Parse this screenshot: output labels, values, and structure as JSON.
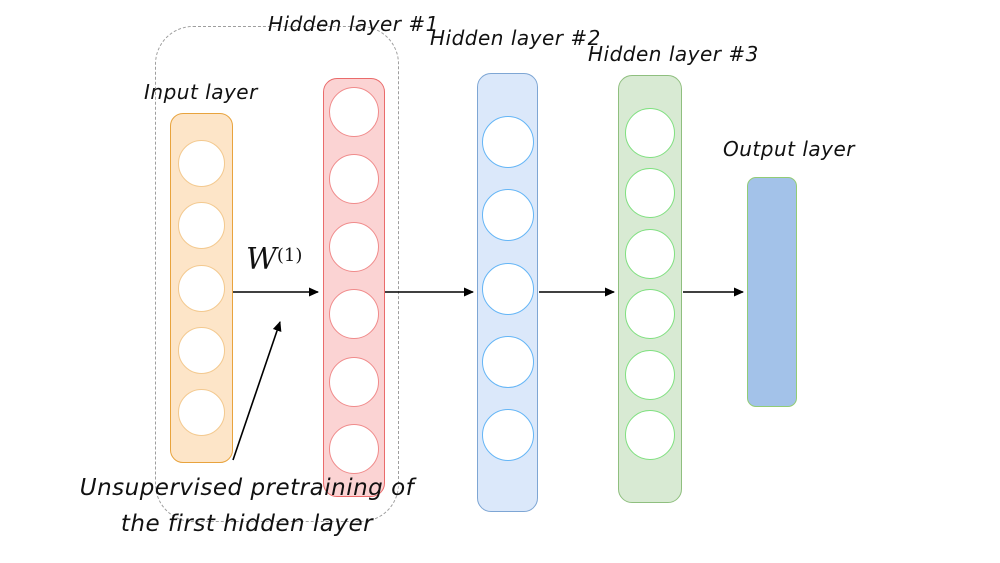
{
  "diagram": {
    "title_semantics": "Greedy layer-wise unsupervised pretraining of a neural network",
    "labels": {
      "input": "Input layer",
      "hidden1": "Hidden layer #1",
      "hidden2": "Hidden layer #2",
      "hidden3": "Hidden layer #3",
      "output": "Output layer"
    },
    "weight_label": {
      "base": "W",
      "superscript": "(1)"
    },
    "caption": {
      "line1": "Unsupervised pretraining of",
      "line2": "the first hidden layer"
    },
    "layers": [
      {
        "id": "input",
        "name": "Input layer",
        "nodes": 5,
        "fill": "#FDE5C8",
        "border": "#E8A33D",
        "node_border": "#F3C98F"
      },
      {
        "id": "hidden1",
        "name": "Hidden layer #1",
        "nodes": 6,
        "fill": "#FBD3D3",
        "border": "#EA6B6B",
        "node_border": "#F08B8B"
      },
      {
        "id": "hidden2",
        "name": "Hidden layer #2",
        "nodes": 5,
        "fill": "#DBE8FA",
        "border": "#7EA6D4",
        "node_border": "#64B5F6"
      },
      {
        "id": "hidden3",
        "name": "Hidden layer #3",
        "nodes": 6,
        "fill": "#D8EAD3",
        "border": "#8FBF7F",
        "node_border": "#81E081"
      },
      {
        "id": "output",
        "name": "Output layer",
        "nodes": 0,
        "fill": "#A3C2E9",
        "border": "#92CC76"
      }
    ],
    "connections": [
      {
        "from": "input",
        "to": "hidden1",
        "label": "W(1)"
      },
      {
        "from": "hidden1",
        "to": "hidden2",
        "label": ""
      },
      {
        "from": "hidden2",
        "to": "hidden3",
        "label": ""
      },
      {
        "from": "hidden3",
        "to": "output",
        "label": ""
      }
    ],
    "colors": {
      "arrow": "#000000",
      "dashed_outline": "#9E9E9E",
      "text": "#111111",
      "background": "#FFFFFF"
    }
  }
}
